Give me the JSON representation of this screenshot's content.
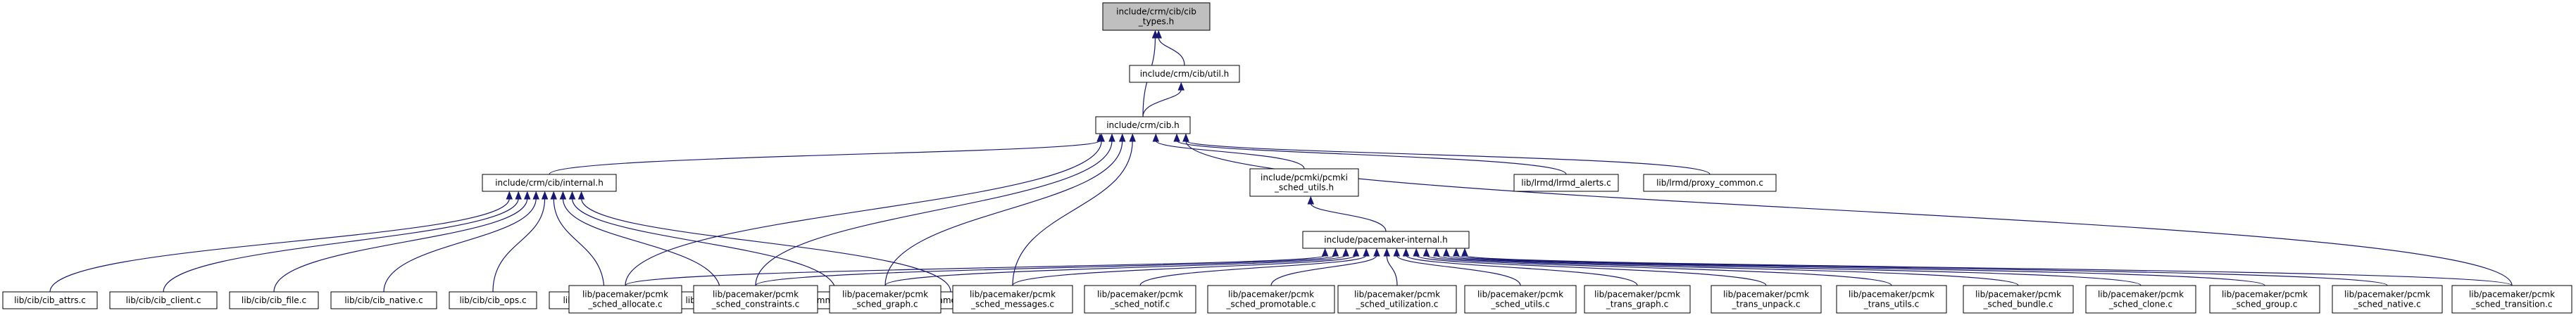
{
  "graph": {
    "colors": {
      "edge": "#191970",
      "node_border": "#000000",
      "root_fill": "#bfbfbf",
      "node_fill": "#ffffff"
    },
    "nodes": [
      {
        "id": "cib_types",
        "lines": [
          "include/crm/cib/cib",
          "_types.h"
        ]
      },
      {
        "id": "cib_util",
        "lines": [
          "include/crm/cib/util.h"
        ]
      },
      {
        "id": "cib_h",
        "lines": [
          "include/crm/cib.h"
        ]
      },
      {
        "id": "cib_internal",
        "lines": [
          "include/crm/cib/internal.h"
        ]
      },
      {
        "id": "pcmki_sched_utils",
        "lines": [
          "include/pcmki/pcmki",
          "_sched_utils.h"
        ]
      },
      {
        "id": "lrmd_alerts",
        "lines": [
          "lib/lrmd/lrmd_alerts.c"
        ]
      },
      {
        "id": "proxy_common",
        "lines": [
          "lib/lrmd/proxy_common.c"
        ]
      },
      {
        "id": "pacemaker_internal",
        "lines": [
          "include/pacemaker-internal.h"
        ]
      },
      {
        "id": "cib_attrs",
        "lines": [
          "lib/cib/cib_attrs.c"
        ]
      },
      {
        "id": "cib_client",
        "lines": [
          "lib/cib/cib_client.c"
        ]
      },
      {
        "id": "cib_file",
        "lines": [
          "lib/cib/cib_file.c"
        ]
      },
      {
        "id": "cib_native",
        "lines": [
          "lib/cib/cib_native.c"
        ]
      },
      {
        "id": "cib_ops",
        "lines": [
          "lib/cib/cib_ops.c"
        ]
      },
      {
        "id": "cib_remote",
        "lines": [
          "lib/cib/cib_remote.c"
        ]
      },
      {
        "id": "cib_utils",
        "lines": [
          "lib/cib/cib_utils.c"
        ]
      },
      {
        "id": "alerts",
        "lines": [
          "lib/common/alerts.c"
        ]
      },
      {
        "id": "utils",
        "lines": [
          "lib/common/utils.c"
        ]
      },
      {
        "id": "sched_allocate",
        "lines": [
          "lib/pacemaker/pcmk",
          "_sched_allocate.c"
        ]
      },
      {
        "id": "sched_constraints",
        "lines": [
          "lib/pacemaker/pcmk",
          "_sched_constraints.c"
        ]
      },
      {
        "id": "sched_graph",
        "lines": [
          "lib/pacemaker/pcmk",
          "_sched_graph.c"
        ]
      },
      {
        "id": "sched_messages",
        "lines": [
          "lib/pacemaker/pcmk",
          "_sched_messages.c"
        ]
      },
      {
        "id": "sched_notif",
        "lines": [
          "lib/pacemaker/pcmk",
          "_sched_notif.c"
        ]
      },
      {
        "id": "sched_promotable",
        "lines": [
          "lib/pacemaker/pcmk",
          "_sched_promotable.c"
        ]
      },
      {
        "id": "sched_utilization",
        "lines": [
          "lib/pacemaker/pcmk",
          "_sched_utilization.c"
        ]
      },
      {
        "id": "sched_utils",
        "lines": [
          "lib/pacemaker/pcmk",
          "_sched_utils.c"
        ]
      },
      {
        "id": "trans_graph",
        "lines": [
          "lib/pacemaker/pcmk",
          "_trans_graph.c"
        ]
      },
      {
        "id": "trans_unpack",
        "lines": [
          "lib/pacemaker/pcmk",
          "_trans_unpack.c"
        ]
      },
      {
        "id": "trans_utils",
        "lines": [
          "lib/pacemaker/pcmk",
          "_trans_utils.c"
        ]
      },
      {
        "id": "sched_bundle",
        "lines": [
          "lib/pacemaker/pcmk",
          "_sched_bundle.c"
        ]
      },
      {
        "id": "sched_clone",
        "lines": [
          "lib/pacemaker/pcmk",
          "_sched_clone.c"
        ]
      },
      {
        "id": "sched_group",
        "lines": [
          "lib/pacemaker/pcmk",
          "_sched_group.c"
        ]
      },
      {
        "id": "sched_native",
        "lines": [
          "lib/pacemaker/pcmk",
          "_sched_native.c"
        ]
      },
      {
        "id": "sched_transition",
        "lines": [
          "lib/pacemaker/pcmk",
          "_sched_transition.c"
        ]
      }
    ],
    "edges": [
      [
        "cib_types",
        "cib_util"
      ],
      [
        "cib_types",
        "cib_h"
      ],
      [
        "cib_util",
        "cib_h"
      ],
      [
        "cib_h",
        "cib_internal"
      ],
      [
        "cib_h",
        "pcmki_sched_utils"
      ],
      [
        "cib_h",
        "lrmd_alerts"
      ],
      [
        "cib_h",
        "proxy_common"
      ],
      [
        "cib_h",
        "sched_allocate"
      ],
      [
        "cib_h",
        "sched_constraints"
      ],
      [
        "cib_h",
        "sched_graph"
      ],
      [
        "cib_h",
        "sched_messages"
      ],
      [
        "cib_h",
        "sched_transition"
      ],
      [
        "cib_internal",
        "cib_attrs"
      ],
      [
        "cib_internal",
        "cib_client"
      ],
      [
        "cib_internal",
        "cib_file"
      ],
      [
        "cib_internal",
        "cib_native"
      ],
      [
        "cib_internal",
        "cib_ops"
      ],
      [
        "cib_internal",
        "cib_remote"
      ],
      [
        "cib_internal",
        "cib_utils"
      ],
      [
        "cib_internal",
        "alerts"
      ],
      [
        "cib_internal",
        "utils"
      ],
      [
        "pcmki_sched_utils",
        "pacemaker_internal"
      ],
      [
        "pacemaker_internal",
        "sched_allocate"
      ],
      [
        "pacemaker_internal",
        "sched_constraints"
      ],
      [
        "pacemaker_internal",
        "sched_graph"
      ],
      [
        "pacemaker_internal",
        "sched_messages"
      ],
      [
        "pacemaker_internal",
        "sched_notif"
      ],
      [
        "pacemaker_internal",
        "sched_promotable"
      ],
      [
        "pacemaker_internal",
        "sched_utilization"
      ],
      [
        "pacemaker_internal",
        "sched_utils"
      ],
      [
        "pacemaker_internal",
        "trans_graph"
      ],
      [
        "pacemaker_internal",
        "trans_unpack"
      ],
      [
        "pacemaker_internal",
        "trans_utils"
      ],
      [
        "pacemaker_internal",
        "sched_bundle"
      ],
      [
        "pacemaker_internal",
        "sched_clone"
      ],
      [
        "pacemaker_internal",
        "sched_group"
      ],
      [
        "pacemaker_internal",
        "sched_native"
      ],
      [
        "pacemaker_internal",
        "sched_transition"
      ]
    ]
  }
}
